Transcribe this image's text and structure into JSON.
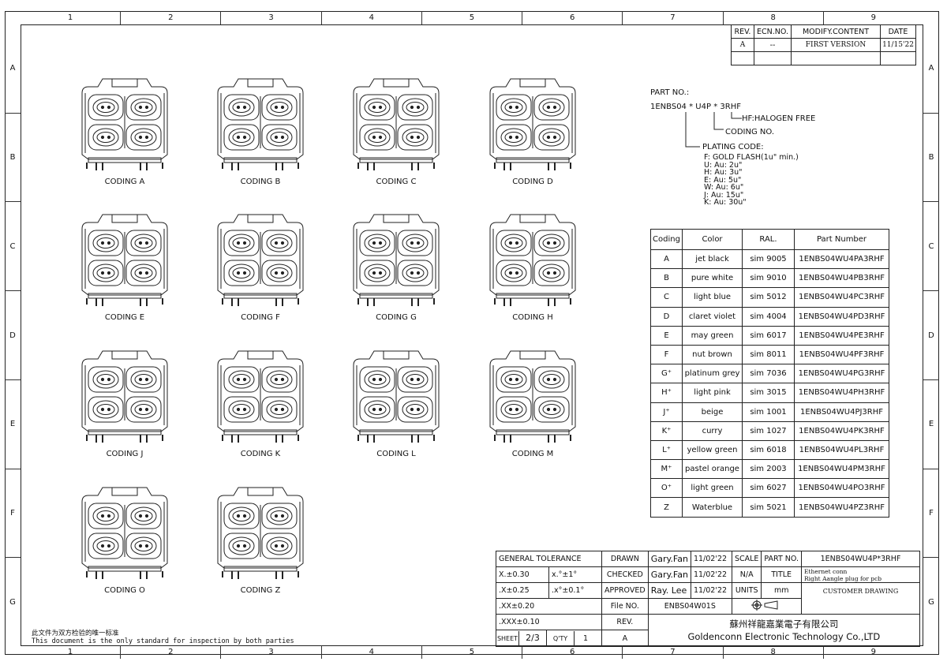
{
  "zones_horizontal": [
    "1",
    "2",
    "3",
    "4",
    "5",
    "6",
    "7",
    "8",
    "9"
  ],
  "zones_vertical": [
    "A",
    "B",
    "C",
    "D",
    "E",
    "F",
    "G"
  ],
  "revision_table": {
    "headers": [
      "REV.",
      "ECN.NO.",
      "MODIFY.CONTENT",
      "DATE"
    ],
    "rows": [
      [
        "A",
        "--",
        "FIRST VERSION",
        "11/15'22"
      ]
    ]
  },
  "part_number_key": {
    "title": "PART NO.:",
    "code_pre": "1ENBS04",
    "star1": "*",
    "code_mid": "U4P",
    "star2": "*",
    "code_post": "3RHF",
    "hf_label": "HF:HALOGEN FREE",
    "coding_no": "CODING NO.",
    "plating_title": "PLATING CODE:",
    "plating_items": [
      "F: GOLD FLASH(1u\" min.)",
      "U: Au: 2u\"",
      "H: Au: 3u\"",
      "E: Au: 5u\"",
      "W: Au: 6u\"",
      "J: Au: 15u\"",
      "K: Au: 30u\""
    ]
  },
  "connectors": [
    {
      "label": "CODING A"
    },
    {
      "label": "CODING B"
    },
    {
      "label": "CODING C"
    },
    {
      "label": "CODING D"
    },
    {
      "label": "CODING E"
    },
    {
      "label": "CODING F"
    },
    {
      "label": "CODING G"
    },
    {
      "label": "CODING H"
    },
    {
      "label": "CODING J"
    },
    {
      "label": "CODING K"
    },
    {
      "label": "CODING L"
    },
    {
      "label": "CODING M"
    },
    {
      "label": "CODING O"
    },
    {
      "label": "CODING Z"
    }
  ],
  "coding_table": {
    "headers": [
      "Coding",
      "Color",
      "RAL.",
      "Part Number"
    ],
    "rows": [
      [
        "A",
        "jet black",
        "sim 9005",
        "1ENBS04WU4PA3RHF"
      ],
      [
        "B",
        "pure white",
        "sim 9010",
        "1ENBS04WU4PB3RHF"
      ],
      [
        "C",
        "light blue",
        "sim 5012",
        "1ENBS04WU4PC3RHF"
      ],
      [
        "D",
        "claret violet",
        "sim 4004",
        "1ENBS04WU4PD3RHF"
      ],
      [
        "E",
        "may green",
        "sim 6017",
        "1ENBS04WU4PE3RHF"
      ],
      [
        "F",
        "nut brown",
        "sim 8011",
        "1ENBS04WU4PF3RHF"
      ],
      [
        "G⁺",
        "platinum grey",
        "sim 7036",
        "1ENBS04WU4PG3RHF"
      ],
      [
        "H⁺",
        "light pink",
        "sim 3015",
        "1ENBS04WU4PH3RHF"
      ],
      [
        "J⁺",
        "beige",
        "sim 1001",
        "1ENBS04WU4PJ3RHF"
      ],
      [
        "K⁺",
        "curry",
        "sim 1027",
        "1ENBS04WU4PK3RHF"
      ],
      [
        "L⁺",
        "yellow green",
        "sim 6018",
        "1ENBS04WU4PL3RHF"
      ],
      [
        "M⁺",
        "pastel orange",
        "sim 2003",
        "1ENBS04WU4PM3RHF"
      ],
      [
        "O⁺",
        "light green",
        "sim 6027",
        "1ENBS04WU4PO3RHF"
      ],
      [
        "Z",
        "Waterblue",
        "sim 5021",
        "1ENBS04WU4PZ3RHF"
      ]
    ]
  },
  "title_block": {
    "general_tolerance": "GENERAL TOLERANCE",
    "tol_x": "X.±0.30",
    "tol_x_deg": "x.°±1°",
    "tol_xx": ".X±0.25",
    "tol_xx_deg": ".x°±0.1°",
    "tol_xxx": ".XX±0.20",
    "tol_xxxx": ".XXX±0.10",
    "drawn_label": "DRAWN",
    "drawn_name": "Gary.Fan",
    "drawn_date": "11/02'22",
    "checked_label": "CHECKED",
    "checked_name": "Gary.Fan",
    "checked_date": "11/02'22",
    "approved_label": "APPROVED",
    "approved_name": "Ray. Lee",
    "approved_date": "11/02'22",
    "file_no_label": "File NO.",
    "file_no": "ENBS04W01S",
    "rev_label": "REV.",
    "rev": "A",
    "scale_label": "SCALE",
    "scale": "N/A",
    "units_label": "UNITS",
    "units": "mm",
    "part_no_label": "PART NO.",
    "part_no": "1ENBS04WU4P*3RHF",
    "title_label": "TITLE",
    "title_line1": "Ethernet conn",
    "title_line2": "Right Aangle plug for pcb",
    "customer": "CUSTOMER DRAWING",
    "sheet_label": "SHEET",
    "sheet": "2/3",
    "qty_label": "Q'TY",
    "qty": "1",
    "company_cn": "蘇州祥龍嘉業電子有限公司",
    "company_en": "Goldenconn Electronic Technology Co.,LTD"
  },
  "footer_note": {
    "cn": "此文件为双方检验的唯一标准",
    "en": "This document is the only standard for inspection by both parties"
  }
}
